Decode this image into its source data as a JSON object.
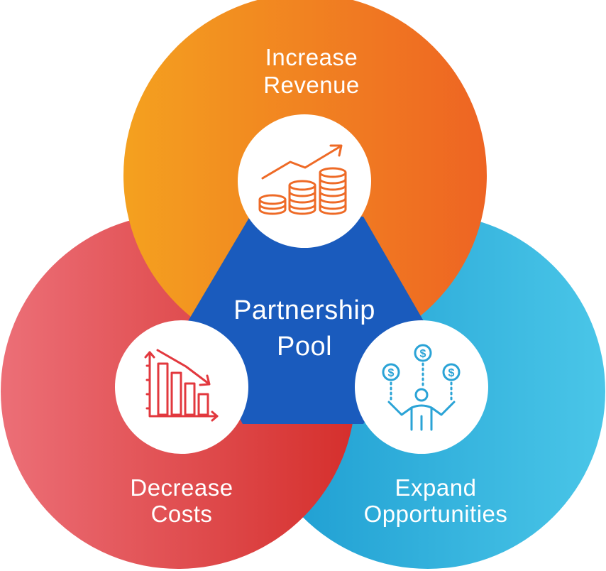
{
  "diagram": {
    "center": {
      "line1": "Partnership",
      "line2": "Pool",
      "color": "#1a5bbd"
    },
    "circles": [
      {
        "id": "revenue",
        "line1": "Increase",
        "line2": "Revenue",
        "icon": "rising-coins-chart-icon",
        "gradient": [
          "#f4a11f",
          "#ee6423"
        ]
      },
      {
        "id": "costs",
        "line1": "Decrease",
        "line2": "Costs",
        "icon": "declining-bar-chart-icon",
        "gradient": [
          "#ea6b73",
          "#d9332f"
        ]
      },
      {
        "id": "opportunities",
        "line1": "Expand",
        "line2": "Opportunities",
        "icon": "person-juggling-dollars-icon",
        "gradient": [
          "#1e9fd3",
          "#46c3e6"
        ]
      }
    ]
  }
}
